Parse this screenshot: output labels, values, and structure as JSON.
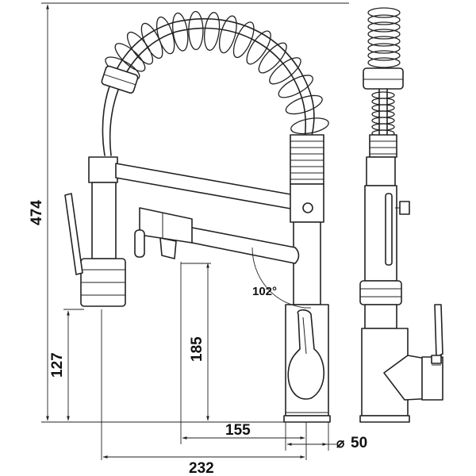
{
  "drawing": {
    "dimensions": {
      "overall_height": "474",
      "base_to_handle": "127",
      "spout_clearance": "185",
      "spout_reach": "155",
      "total_reach": "232",
      "base_diameter_symbol": "⌀",
      "base_diameter": "50",
      "spray_angle": "102°"
    }
  }
}
